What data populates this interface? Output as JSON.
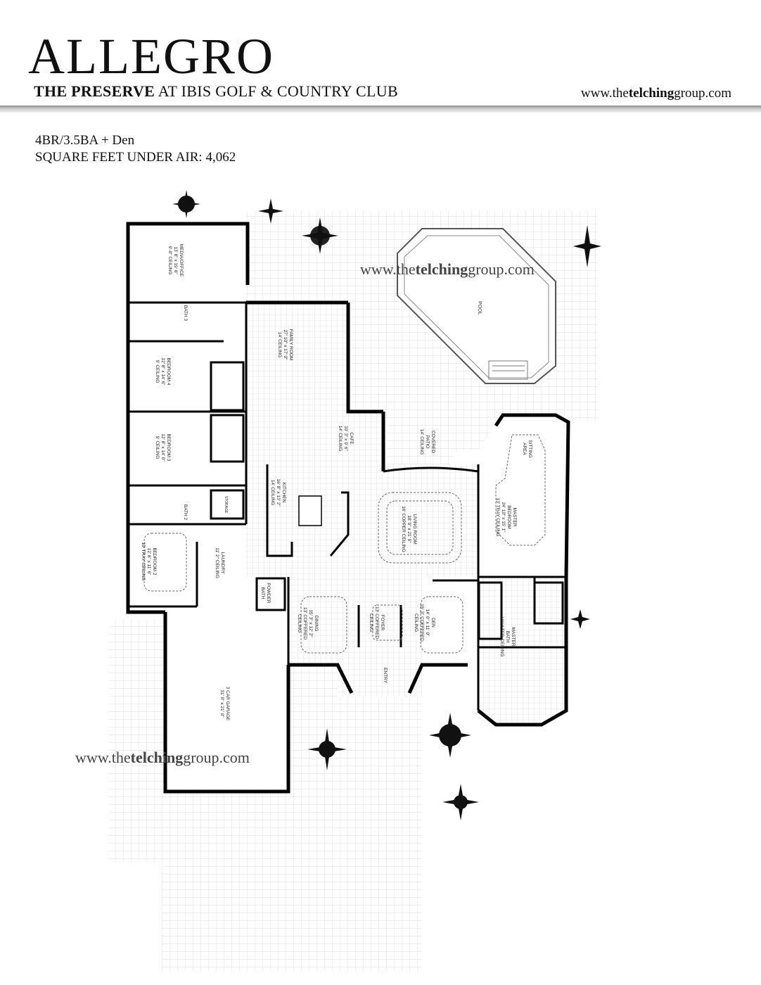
{
  "header": {
    "title": "ALLEGRO",
    "subtitle_bold": "THE PRESERVE",
    "subtitle_rest": " AT IBIS GOLF & COUNTRY CLUB",
    "website_a": "www.the",
    "website_b": "telching",
    "website_c": "group.com"
  },
  "specs": {
    "line1": "4BR/3.5BA + Den",
    "line2": "SQUARE FEET UNDER AIR: 4,062"
  },
  "watermarks": {
    "a": "www.the",
    "b": "telching",
    "c": "group.com"
  },
  "rooms": {
    "media": [
      "MEDIA/OFFICE",
      "13' 8\" x 19' 6\"",
      "9'-0\" CEILING"
    ],
    "bath3": "BATH 3",
    "bedroom4": [
      "BEDROOM 4",
      "12' 8\" x 14' 6\"",
      "9' CEILING"
    ],
    "bedroom3": [
      "BEDROOM 3",
      "12' 8\" x 14' 0\"",
      "9' CEILING"
    ],
    "bath2": "BATH 2",
    "storage": "STORAGE",
    "bedroom2": [
      "BEDROOM 2",
      "12' 8\" x 11' 6\"",
      "10' TRAY CEILING"
    ],
    "laundry": [
      "LAUNDRY",
      "11' 2\" CEILING"
    ],
    "powder": [
      "POWDER",
      "BATH"
    ],
    "family": [
      "FAMILY ROOM",
      "27' 10\" x 17' 0\"",
      "14' CEILING"
    ],
    "cafe": [
      "CAFE",
      "10' 3\" x 9' 6\"",
      "14' CEILING"
    ],
    "kitchen": [
      "KITCHEN",
      "16' 8\" x 13' 2\"",
      "14' CEILING"
    ],
    "living": [
      "LIVING ROOM",
      "18' 9\" x 21' 5\"",
      "16' COPPER CEILING"
    ],
    "covered_patio": [
      "COVERED",
      "PATIO",
      "14' CEILING"
    ],
    "pool": "POOL",
    "sitting": [
      "SITTING",
      "AREA"
    ],
    "master_bedroom": [
      "MASTER",
      "BEDROOM",
      "24' 10\" x 15' 1\"",
      "13' TRAY CEILING"
    ],
    "master_bath": [
      "MASTER",
      "BATH",
      "VAULTED CEILING"
    ],
    "dining": [
      "DINING",
      "15' 3\" x 12' 2\"",
      "13' COFFERED",
      "CEILING"
    ],
    "foyer": [
      "FOYER",
      "13' COFFERED",
      "CEILING"
    ],
    "den": [
      "DEN",
      "14' 0\" x 11' 0\"",
      "15' 3\" COFFERED",
      "CEILING"
    ],
    "garage": [
      "3 CAR GARAGE",
      "31' 0\" x 21' 0\""
    ],
    "entry": "ENTRY"
  }
}
